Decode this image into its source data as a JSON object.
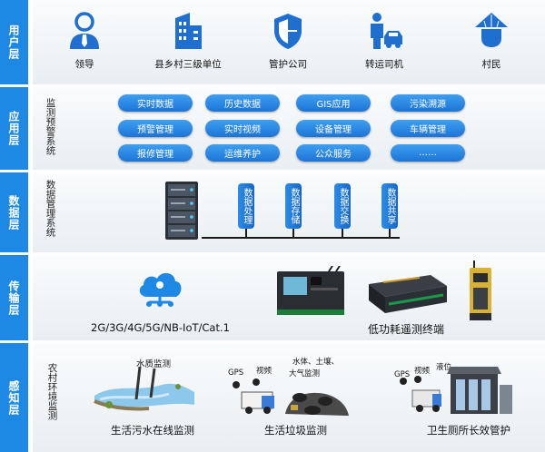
{
  "layers": [
    {
      "tab": "用户层"
    },
    {
      "tab": "应用层"
    },
    {
      "tab": "数据层"
    },
    {
      "tab": "传输层"
    },
    {
      "tab": "感知层"
    }
  ],
  "users": [
    {
      "label": "领导"
    },
    {
      "label": "县乡村三级单位"
    },
    {
      "label": "管护公司"
    },
    {
      "label": "转运司机"
    },
    {
      "label": "村民"
    }
  ],
  "app": {
    "side_label": "监测预警系统",
    "buttons": [
      "实时数据",
      "历史数据",
      "GIS应用",
      "污染溯源",
      "预警管理",
      "实时视频",
      "设备管理",
      "车辆管理",
      "报修管理",
      "运维养护",
      "公众服务",
      "……"
    ]
  },
  "data_layer": {
    "side_label": "数据管理系统",
    "items": [
      "数据处理",
      "数据存储",
      "数据交换",
      "数据共享"
    ]
  },
  "transport": {
    "network_label": "2G/3G/4G/5G/NB-IoT/Cat.1",
    "terminal_label": "低功耗遥测终端"
  },
  "sensing": {
    "side_label": "农村环境监测",
    "water": {
      "caption": "生活污水在线监测",
      "tag": "水质监测"
    },
    "waste": {
      "caption": "生活垃圾监测",
      "tag_gps": "GPS",
      "tag_video": "视频",
      "tag_water": "水体、土壤、",
      "tag_air": "大气监测"
    },
    "toilet": {
      "caption": "卫生厕所长效管护",
      "tag_gps": "GPS",
      "tag_video": "视频",
      "tag_level": "液位"
    }
  },
  "colors": {
    "accent": "#1e88e5",
    "pill": "#1b74d6"
  }
}
